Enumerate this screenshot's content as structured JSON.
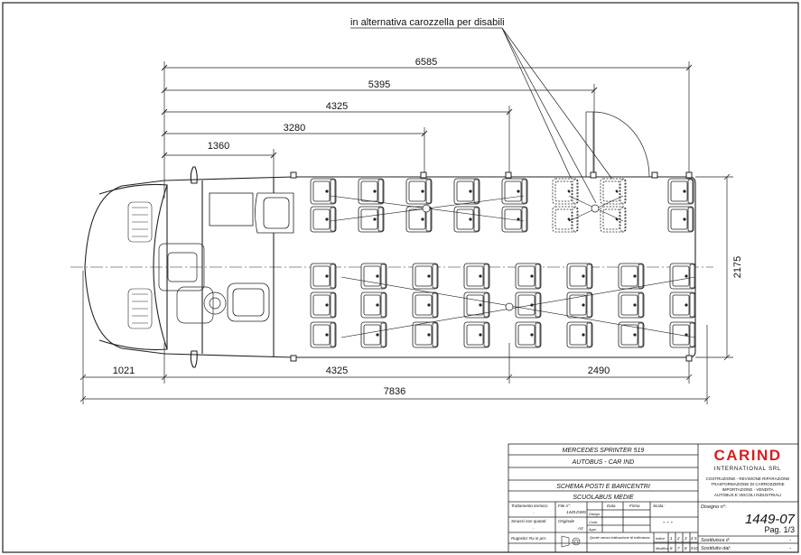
{
  "annotation": "in alternativa carozzella per disabili",
  "dimensions": {
    "top": [
      "6585",
      "5395",
      "4325",
      "3280",
      "1360"
    ],
    "width": "2175",
    "bottom_parts": [
      "1021",
      "4325",
      "2490"
    ],
    "bottom_total": "7836"
  },
  "title_block": {
    "model": "MERCEDES SPRINTER 519",
    "variant": "AUTOBUS - CAR IND",
    "scheme": "SCHEMA POSTI E BARICENTRI",
    "category": "SCUOLABUS MEDIE",
    "logo_main": "CARIND",
    "logo_sub": "INTERNATIONAL SRL",
    "company_lines": [
      "COSTRUZIONE - REVISIONE RIPARAZIONE",
      "TRASFORMAZIONE DI CARROZZERIE",
      "IMPORTAZIONE - VENDITA",
      "AUTOBUS E VEICOLI INDUSTRIALI"
    ],
    "trattamento_label": "Trattamento termico:",
    "trattamento_value": "-",
    "file_label": "File n°:",
    "file_value": "1449.DWG",
    "data_label": "Data",
    "firma_label": "Firma",
    "scala_label": "Scala:",
    "scala_value": "- - -",
    "disegno_label": "Disegno n°:",
    "disegno_value": "1449-07",
    "pag": "Pag. 1/3",
    "disegn_label": "Disegn.",
    "contr_label": "Contr.",
    "appr_label": "Appr.",
    "smussi_label": "Smussi non quotati:",
    "smussi_value": "-",
    "originale_label": "Originale",
    "originale_value": "A3",
    "rugosita_label": "Rugosita' Ra in μm:",
    "quote_label": "Quote senza indicazione di tolleranza",
    "index_a": [
      "1",
      "2",
      "3",
      "4",
      "5"
    ],
    "index_b": [
      "6",
      "7",
      "8",
      "9",
      "10"
    ],
    "indice_label": "Indice",
    "modifica_label": "Modifica",
    "sostituisce_label": "Sostituisce il:",
    "sostituito_label": "Sostituito dal:",
    "dash": "-"
  }
}
